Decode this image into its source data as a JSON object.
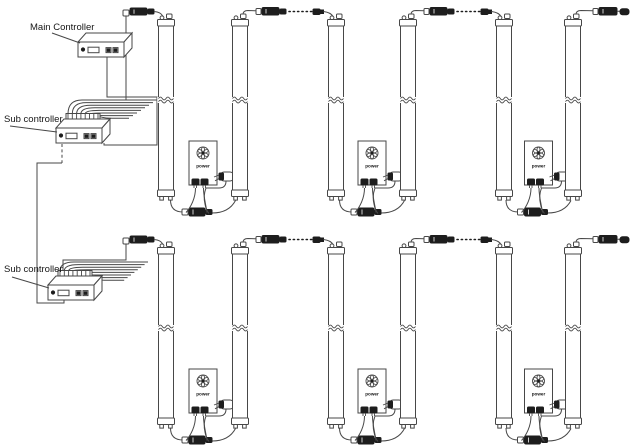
{
  "labels": {
    "main_controller": "Main Controller",
    "sub_controller_1": "Sub controller",
    "sub_controller_2": "Sub controller",
    "power": "power"
  },
  "structure": {
    "rows_of_tubes": 2,
    "tubes_per_row": 6,
    "power_supplies_per_row": 3,
    "sub_controllers": 2,
    "fan_wires_per_sub_controller": 8
  },
  "colors": {
    "line": "#474747",
    "connector_fill": "#1d1d1d",
    "background": "#ffffff"
  }
}
